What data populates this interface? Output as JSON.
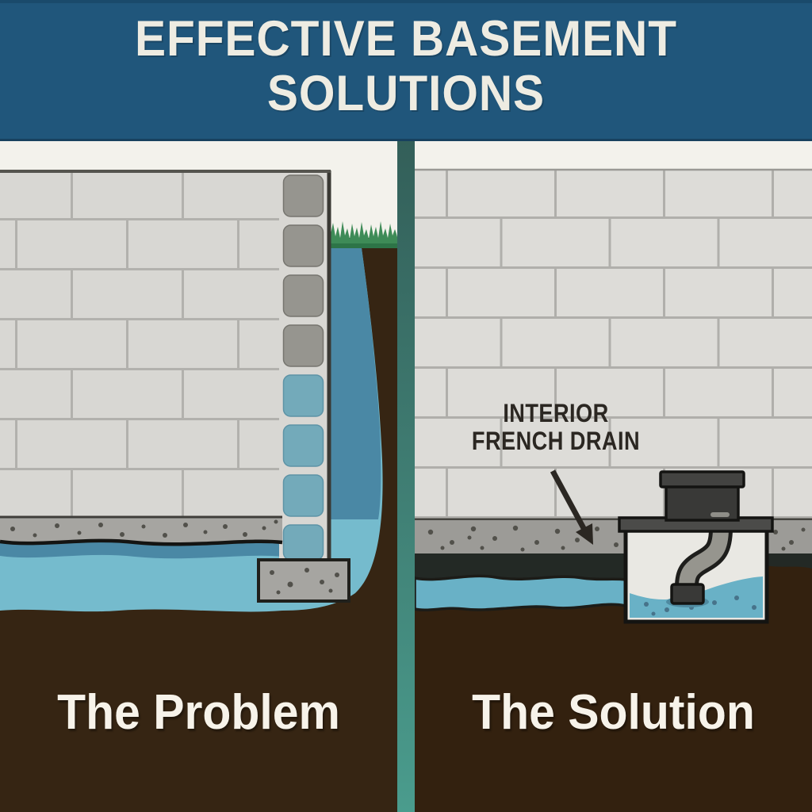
{
  "header": {
    "title_line1": "EFFECTIVE BASEMENT",
    "title_line2": "SOLUTIONS"
  },
  "left_panel": {
    "caption": "The Problem"
  },
  "right_panel": {
    "caption": "The Solution",
    "annotation_line1": "INTERIOR",
    "annotation_line2": "FRENCH DRAIN"
  },
  "colors": {
    "header_bg": "#20567b",
    "header_text": "#eeece2",
    "sky": "#f3f2ec",
    "wall_block_left": "#d8d7d3",
    "wall_mortar_left": "#b2b1ad",
    "wall_block_right": "#dddcd8",
    "wall_mortar_right": "#b0afab",
    "column_bg": "#d8d7d3",
    "column_block_dry": "#96958f",
    "column_block_wet": "#73aaba",
    "water_dark": "#4a88a5",
    "water_light": "#75bbcd",
    "water_band": "#69b1c6",
    "grass": "#3e8b57",
    "grass_dark": "#2d7447",
    "soil_left": "#362513",
    "soil_right": "#33210f",
    "slab_left": "#a6a5a1",
    "slab_right": "#9c9b97",
    "gravel": "#232925",
    "divider_top": "#335f59",
    "divider_mid": "#3e7a70",
    "divider_bottom": "#4a9c8d",
    "pit_interior": "#e9e8e3",
    "pump_dark": "#393937",
    "pump_rim": "#434341",
    "lid": "#4b4b49",
    "pipe_fill": "#96958e",
    "pipe_outline": "#1e1e1c",
    "speckle": "#52514b",
    "outline": "#141412",
    "annotation_text": "#2b2722",
    "caption_text": "#f7f3ea"
  }
}
